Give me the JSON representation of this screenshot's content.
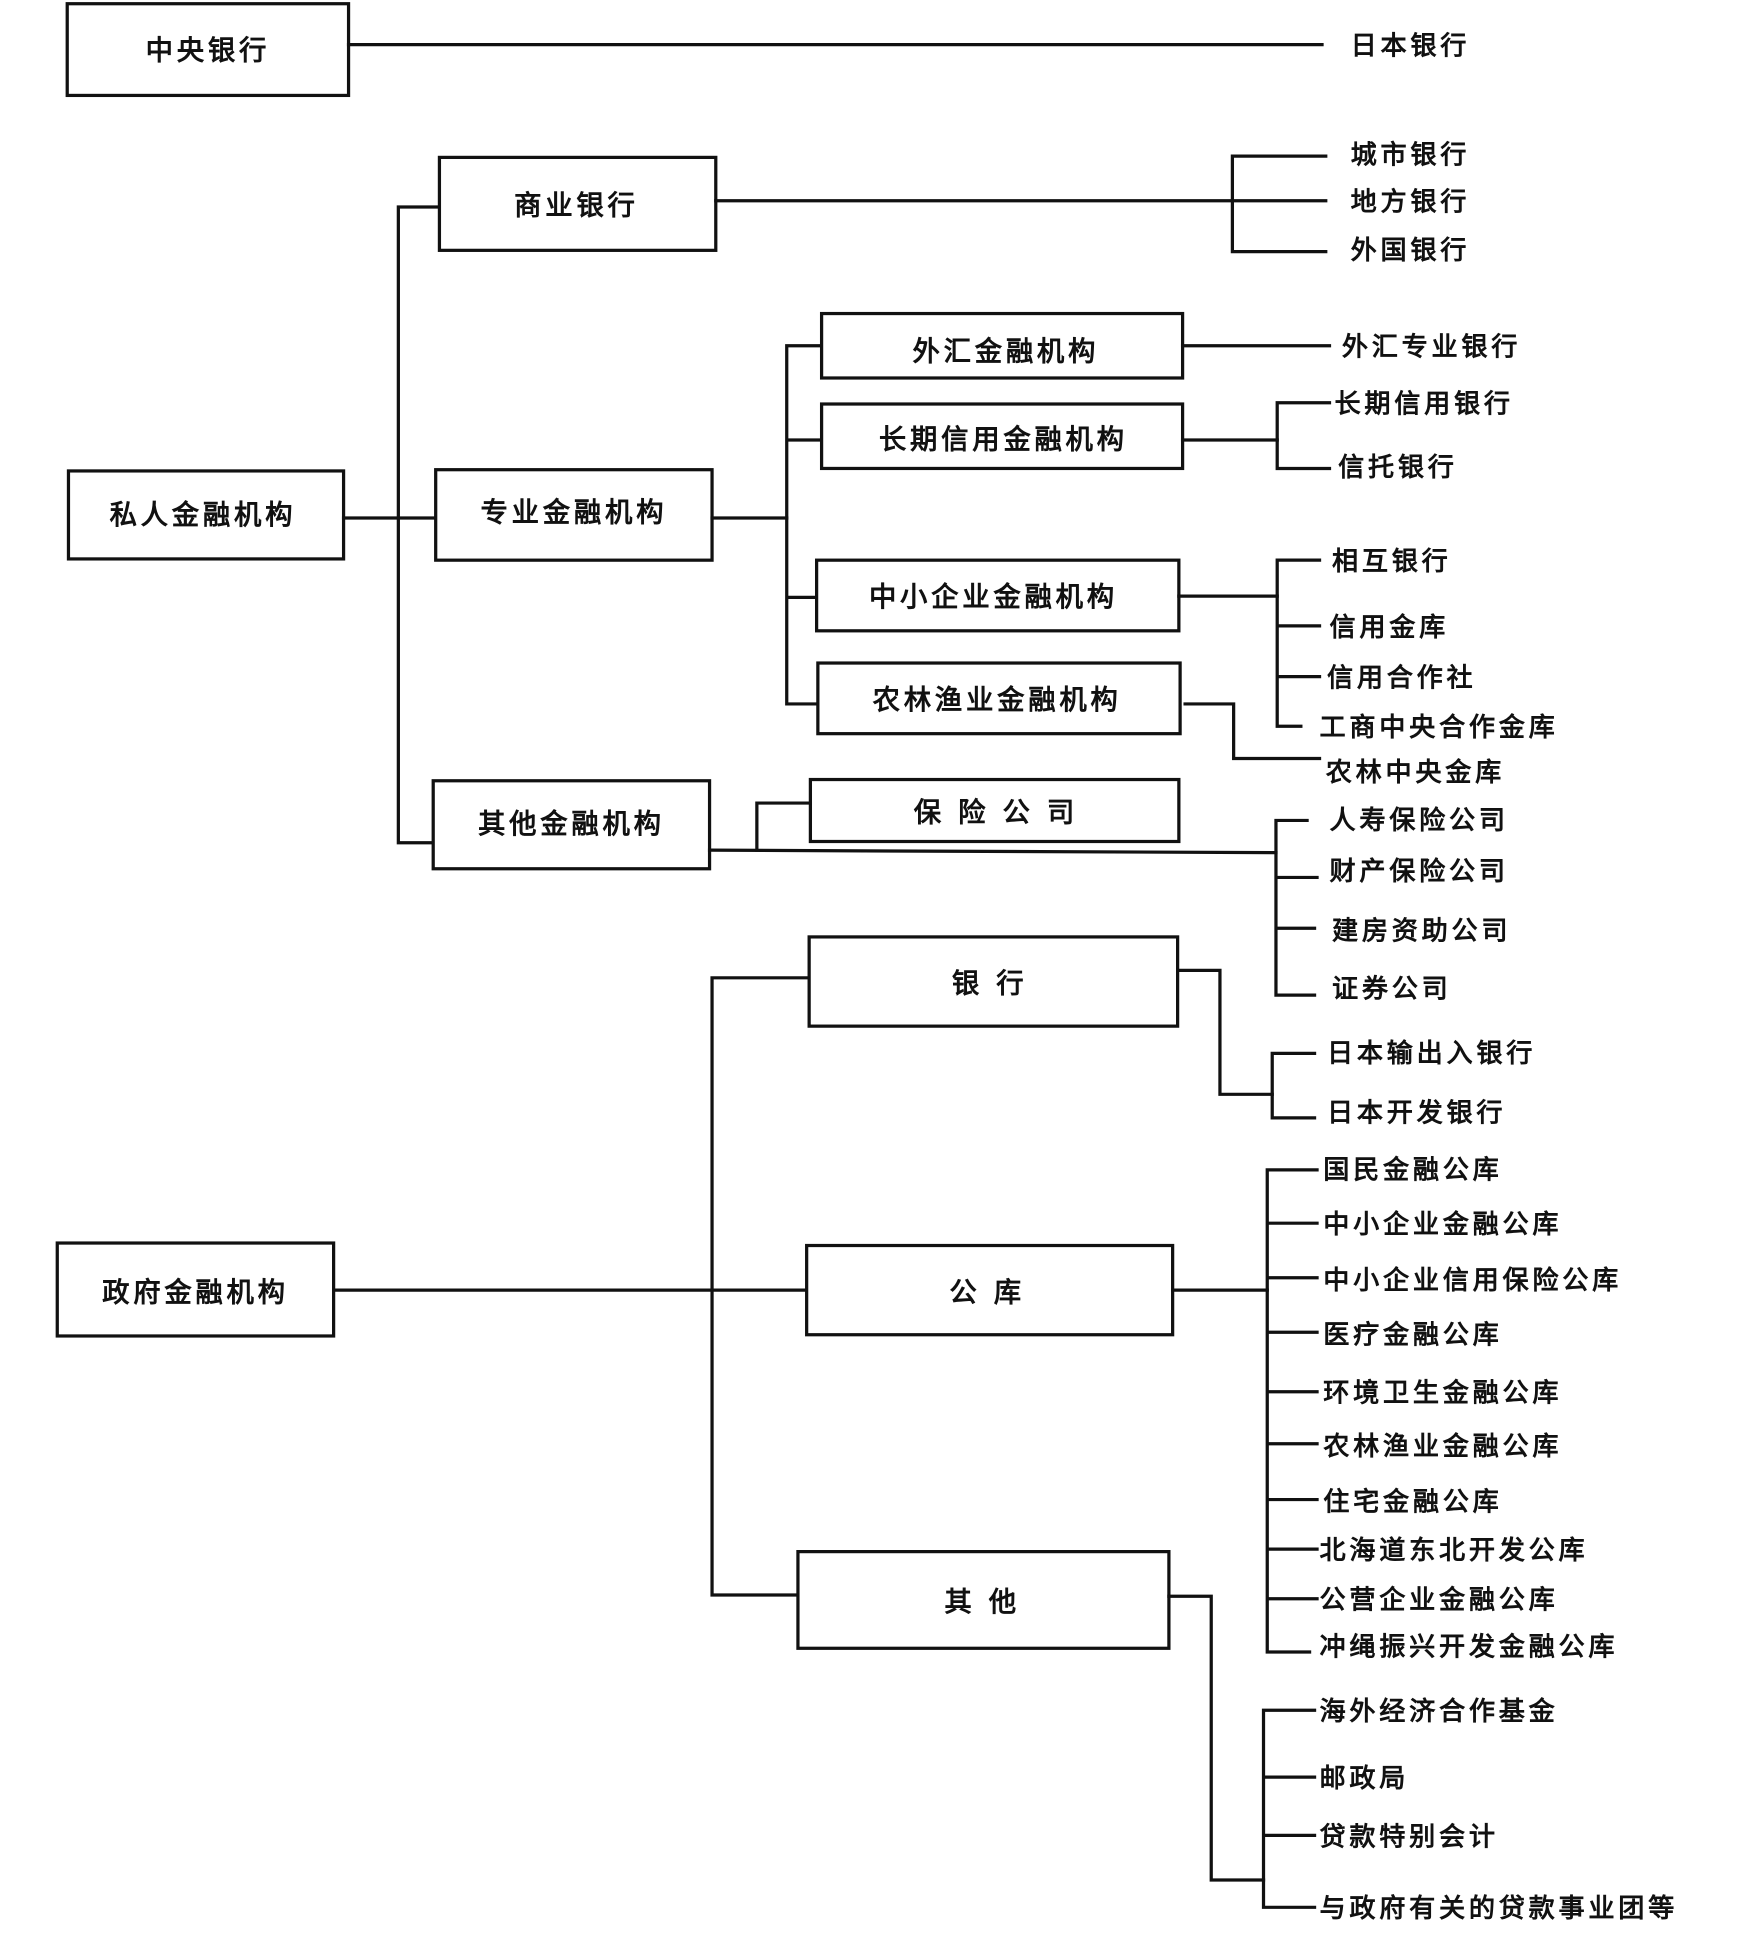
{
  "diagram": {
    "central_bank": {
      "label": "中央银行",
      "children": [
        "日本银行"
      ]
    },
    "private": {
      "label": "私人金融机构",
      "commercial": {
        "label": "商业银行",
        "children": [
          "城市银行",
          "地方银行",
          "外国银行"
        ]
      },
      "specialized": {
        "label": "专业金融机构",
        "forex": {
          "label": "外汇金融机构",
          "children": [
            "外汇专业银行"
          ]
        },
        "long_term": {
          "label": "长期信用金融机构",
          "children": [
            "长期信用银行",
            "信托银行"
          ]
        },
        "sme": {
          "label": "中小企业金融机构",
          "children": [
            "相互银行",
            "信用金库",
            "信用合作社",
            "工商中央合作金库"
          ]
        },
        "agri": {
          "label": "农林渔业金融机构",
          "children": [
            "农林中央金库"
          ]
        }
      },
      "other": {
        "label": "其他金融机构",
        "insurance": {
          "label": "保 险 公 司"
        },
        "children": [
          "人寿保险公司",
          "财产保险公司",
          "建房资助公司",
          "证券公司"
        ]
      }
    },
    "government": {
      "label": "政府金融机构",
      "banks": {
        "label": "银      行",
        "children": [
          "日本输出入银行",
          "日本开发银行"
        ]
      },
      "koko": {
        "label": "公      库",
        "children": [
          "国民金融公库",
          "中小企业金融公库",
          "中小企业信用保险公库",
          "医疗金融公库",
          "环境卫生金融公库",
          "农林渔业金融公库",
          "住宅金融公库",
          "北海道东北开发公库",
          "公营企业金融公库",
          "冲绳振兴开发金融公库"
        ]
      },
      "others": {
        "label": "其      他",
        "children": [
          "海外经济合作基金",
          "邮政局",
          "贷款特别会计",
          "与政府有关的贷款事业团等"
        ]
      }
    }
  }
}
